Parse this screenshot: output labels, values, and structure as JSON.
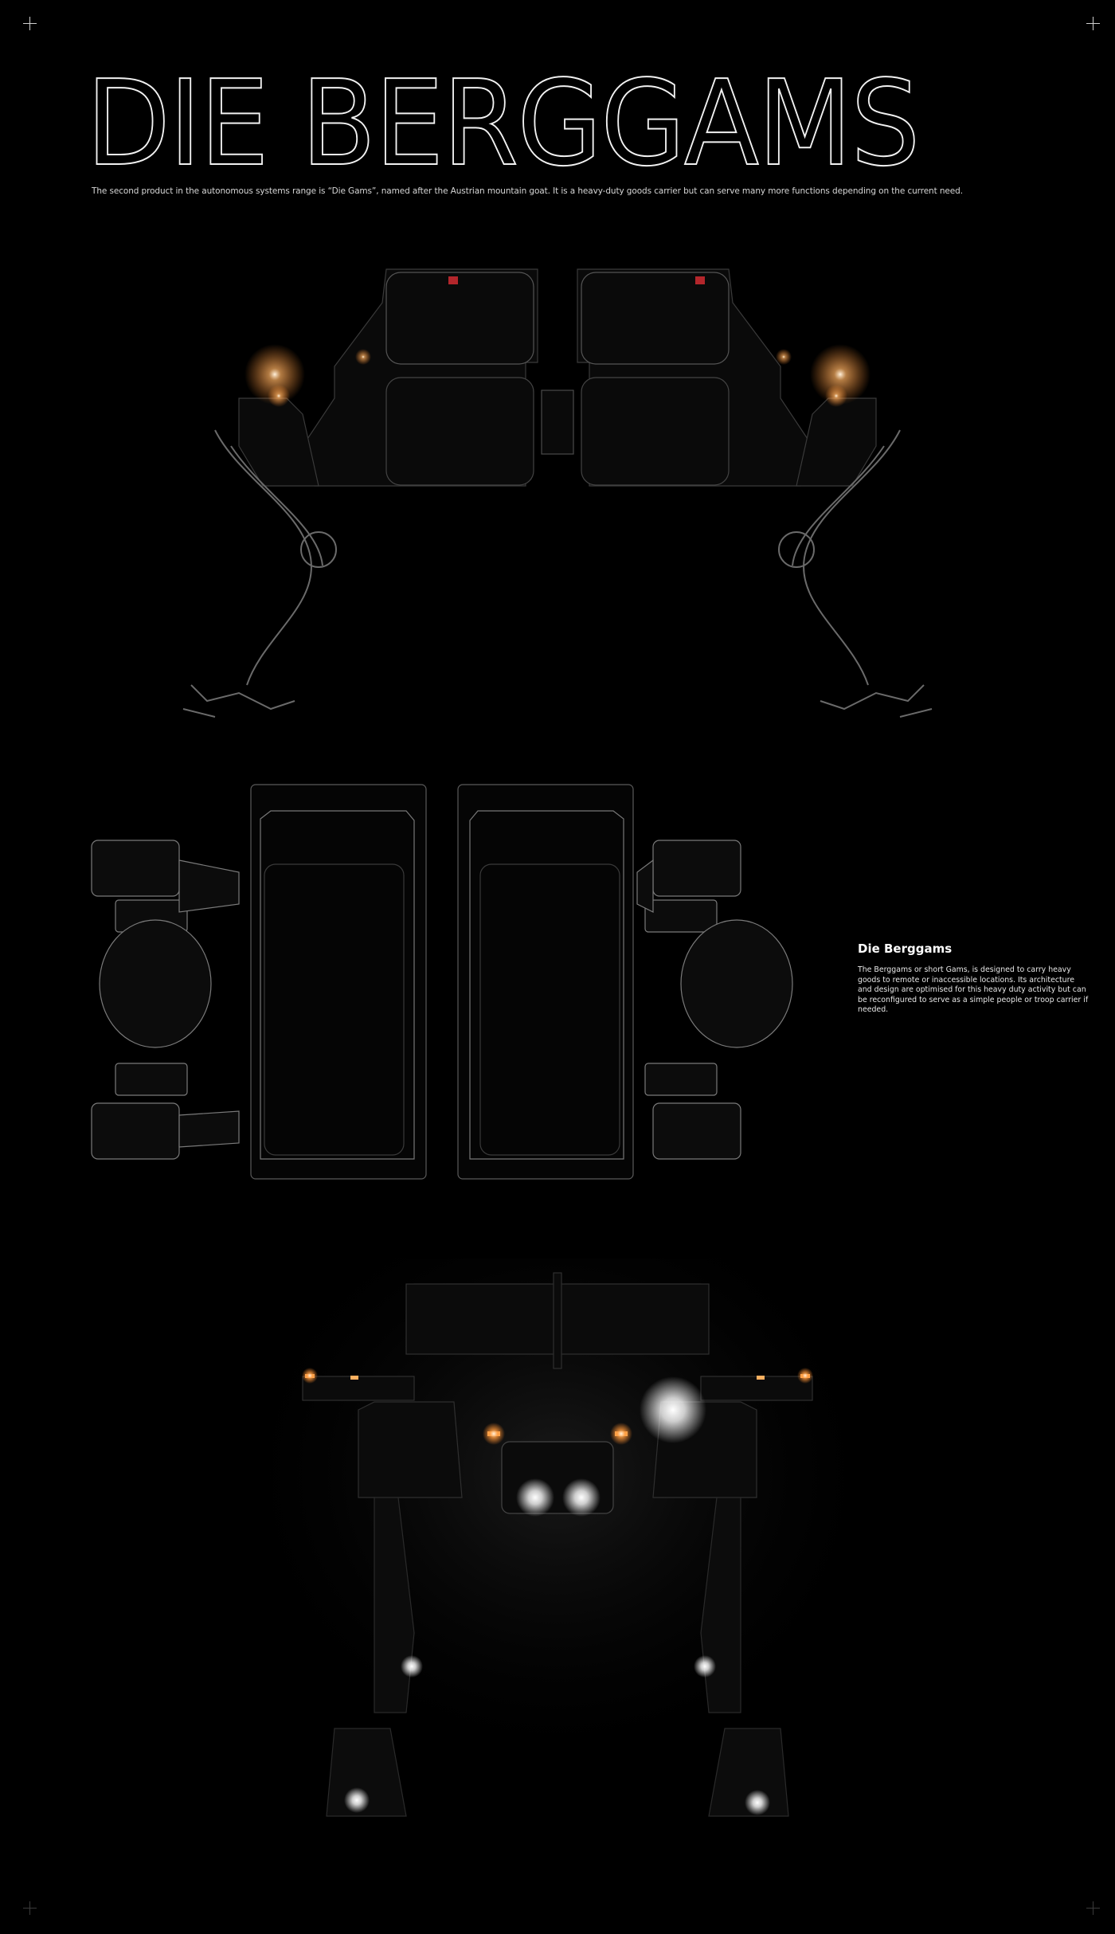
{
  "header": {
    "title": "DIE BERGGAMS",
    "subtitle": "The second product in the autonomous systems range is “Die Gams”, named after the Austrian mountain goat. It is a heavy-duty goods carrier but can serve many more functions depending on the current need."
  },
  "side_panel": {
    "heading": "Die Berggams",
    "body": "The Berggams or short Gams, is designed to carry heavy goods to remote or inaccessible locations. Its architecture and design are optimised for this heavy duty activity but can be reconfigured to serve as a simple people or troop carrier if needed."
  },
  "renders": [
    {
      "view": "side-view",
      "description": "Two mirrored side profiles of the robot with orange amber lights"
    },
    {
      "view": "top-view",
      "description": "Top-down view showing two cargo modules and four legs"
    },
    {
      "view": "front-view",
      "description": "Front view with white headlights and amber marker lights"
    }
  ],
  "colors": {
    "background": "#000000",
    "text": "#ffffff",
    "amber_light": "#ff9a3c",
    "white_light": "#ffffff",
    "badge_red": "#b3262b"
  }
}
